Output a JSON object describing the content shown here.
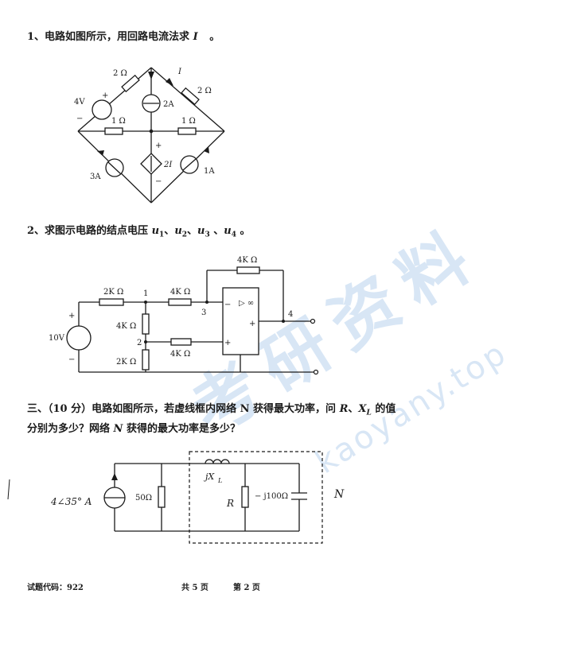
{
  "questions": {
    "q1": {
      "prefix": "1、电路如图所示，用回路电流法求",
      "var": "I",
      "suffix": "。",
      "circuit": {
        "r_top_left": "2 Ω",
        "r_top_right": "2 Ω",
        "r_mid_left": "1 Ω",
        "r_mid_right": "1 Ω",
        "v_source": "4V",
        "c_source_mid": "2A",
        "c_source_left": "3A",
        "c_source_right": "1A",
        "dep_source": "2I",
        "current_label": "I",
        "plus": "+",
        "minus": "−"
      }
    },
    "q2": {
      "text": "2、求图示电路的结点电压 u1、u2、u3 、u4 。",
      "prefix": "2、求图示电路的结点电压 ",
      "u1": "u",
      "s1": "1",
      "u2": "u",
      "s2": "2",
      "u3": "u",
      "s3": "3",
      "u4": "u",
      "s4": "4",
      "sep1": "、",
      "sep2": "、",
      "sep3": " 、",
      "end": " 。",
      "circuit": {
        "r_feedback": "4K Ω",
        "r_left": "2K Ω",
        "r_node1_3": "4K Ω",
        "r_node1_2": "4K Ω",
        "r_node2_gnd": "2K Ω",
        "r_node2_plus": "4K Ω",
        "v_source": "10V",
        "node1": "1",
        "node2": "2",
        "node3": "3",
        "node4": "4",
        "opamp_symbol": "▷ ∞",
        "plus": "+",
        "minus": "−"
      }
    },
    "q3": {
      "line1_prefix": "三、（10 分）电路如图所示，若虚线框内网络 N 获得最大功率，问 ",
      "line1_r": "R",
      "line1_sep": "、",
      "line1_x": "X",
      "line1_xsub": "L",
      "line1_suffix": " 的值",
      "line2_prefix": "分别为多少？网络 ",
      "line2_n": "N",
      "line2_suffix": " 获得的最大功率是多少？",
      "circuit": {
        "source": "4∠35° A",
        "r_50": "50Ω",
        "jxl": "jX",
        "jxl_sub": "L",
        "r": "R",
        "cap": "− j100Ω",
        "network": "N"
      }
    }
  },
  "footer": {
    "code": "试题代码：922",
    "total": "共 5 页",
    "page": "第 2 页"
  },
  "watermark": {
    "chars": "考研资料",
    "url": "kaoyany.top"
  }
}
